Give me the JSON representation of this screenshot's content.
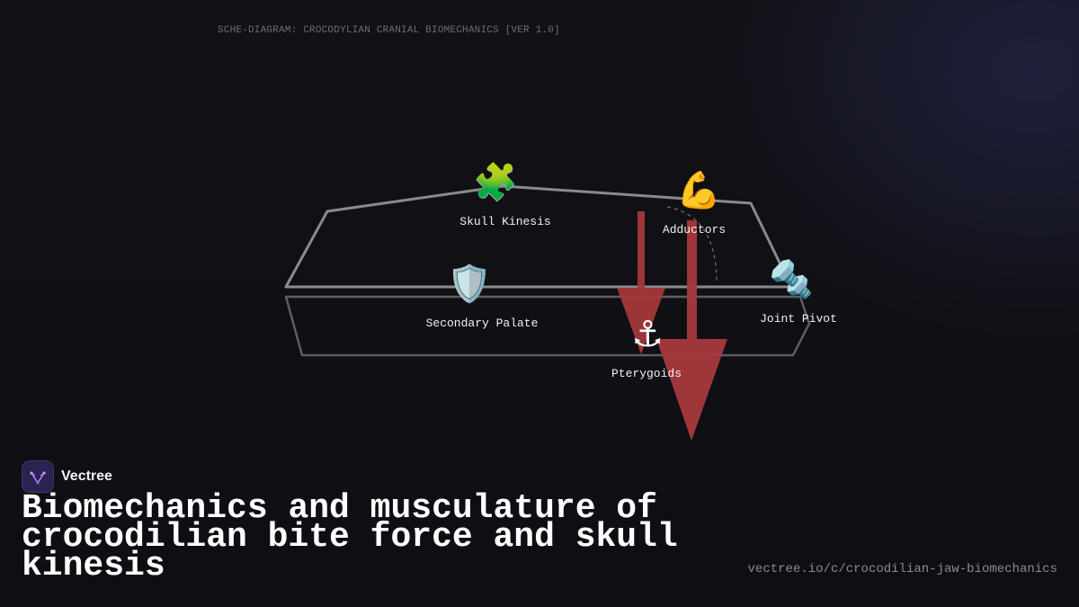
{
  "caption": "SCHE-DIAGRAM: CROCODYLIAN CRANIAL BIOMECHANICS [VER 1.0]",
  "nodes": [
    {
      "id": "skull-kinesis",
      "icon": "🧩",
      "icon_name": "puzzle-piece-icon",
      "label": "Skull Kinesis"
    },
    {
      "id": "adductors",
      "icon": "💪",
      "icon_name": "flexed-biceps-icon",
      "label": "Adductors"
    },
    {
      "id": "secondary-palate",
      "icon": "🛡️",
      "icon_name": "shield-icon",
      "label": "Secondary Palate"
    },
    {
      "id": "joint-pivot",
      "icon": "🔩",
      "icon_name": "nut-and-bolt-icon",
      "label": "Joint Pivot"
    },
    {
      "id": "pterygoids",
      "icon": "⚓",
      "icon_name": "anchor-icon",
      "label": "Pterygoids"
    }
  ],
  "colors": {
    "background": "#111015",
    "outline": "#8a8a8e",
    "outline_lower": "#5e5e62",
    "force_arrow": "#a8393c",
    "caption": "#6c6c72",
    "url": "#8a8a92"
  },
  "brand": {
    "name": "Vectree",
    "logo_icon": "vectree-logo-icon"
  },
  "headline": "Biomechanics and musculature of crocodilian bite force and skull kinesis",
  "url": "vectree.io/c/crocodilian-jaw-biomechanics"
}
